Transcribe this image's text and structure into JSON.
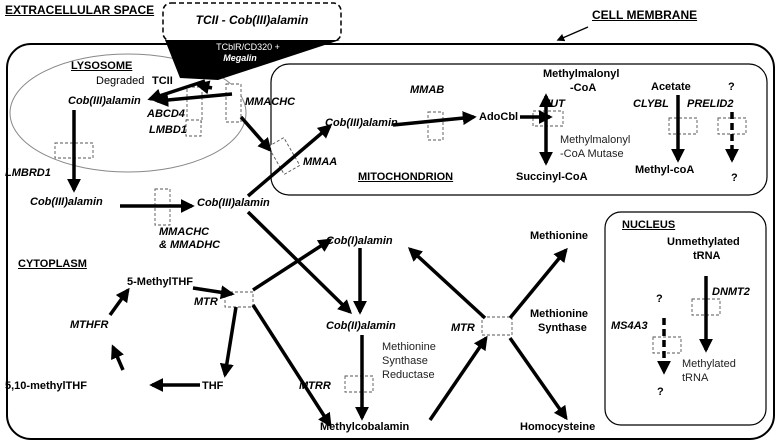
{
  "regions": {
    "extracellular": "EXTRACELLULAR SPACE",
    "cell_membrane": "CELL MEMBRANE",
    "lysosome": "LYSOSOME",
    "mitochondrion": "MITOCHONDRION",
    "cytoplasm": "CYTOPLASM",
    "nucleus": "NUCLEUS"
  },
  "extracellular": {
    "complex": "TCII - Cob(III)alamin",
    "receptor": "TCblR/CD320 +",
    "megalin": "Megalin"
  },
  "lysosome": {
    "degraded": "Degraded",
    "tcii": "TCII",
    "cbl": "Cob(III)alamin",
    "abcd4": "ABCD4",
    "lmbd1": "LMBD1"
  },
  "cytoplasm": {
    "mmachc_top": "MMACHC",
    "mmaa": "MMAA",
    "lmbrd1": "LMBRD1",
    "cbl_left": "Cob(III)alamin",
    "cbl_mid": "Cob(III)alamin",
    "mmachc_mmadhc_1": "MMACHC",
    "mmachc_mmadhc_2": "& MMADHC",
    "cob_i": "Cob(I)alamin",
    "cob_ii": "Cob(II)alamin",
    "ms_1": "Methionine",
    "ms_2": "Synthase",
    "ms_3": "Reductase",
    "mtrr": "MTRR",
    "methylcbl": "Methylcobalamin",
    "methylthf": "5-MethylTHF",
    "mthfr": "MTHFR",
    "mtr_left": "MTR",
    "thf": "THF",
    "methylenethf": "5,10-methylTHF",
    "methionine": "Methionine",
    "mtr_right": "MTR",
    "msynth_1": "Methionine",
    "msynth_2": "Synthase",
    "homocysteine": "Homocysteine"
  },
  "mitochondrion": {
    "cbl": "Cob(III)alamin",
    "mmab": "MMAB",
    "adocbl": "AdoCbl",
    "mmcoa_1": "Methylmalonyl",
    "mmcoa_2": "-CoA",
    "mut": "MUT",
    "mcm_1": "Methylmalonyl",
    "mcm_2": "-CoA Mutase",
    "succinyl": "Succinyl-CoA",
    "acetate": "Acetate",
    "clybl": "CLYBL",
    "methylcoa": "Methyl-coA",
    "q1": "?",
    "prelid2": "PRELID2",
    "q2": "?"
  },
  "nucleus": {
    "unmeth_1": "Unmethylated",
    "unmeth_2": "tRNA",
    "dnmt2": "DNMT2",
    "meth_1": "Methylated",
    "meth_2": "tRNA",
    "q1": "?",
    "ms4a3": "MS4A3",
    "q2": "?"
  }
}
